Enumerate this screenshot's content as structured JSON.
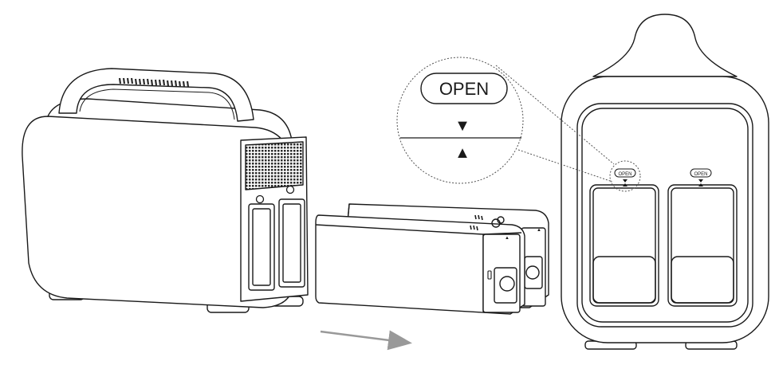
{
  "callout": {
    "open_label": "OPEN",
    "down_arrow": "▼",
    "up_arrow": "▲"
  },
  "rear_view": {
    "slot_left_label": "OPEN",
    "slot_right_label": "OPEN"
  },
  "battery_markings": {
    "front_mark": "▲",
    "rear_mark": "▲"
  },
  "colors": {
    "line": "#1a1a1a",
    "grille": "#2b2b2b",
    "arrow": "#999999",
    "dashed": "#555555"
  }
}
